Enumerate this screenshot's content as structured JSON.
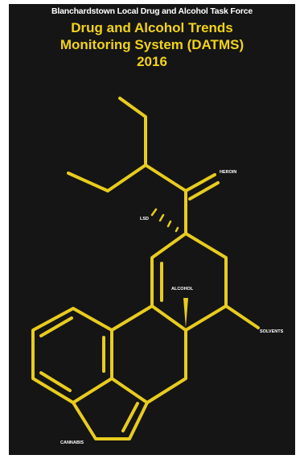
{
  "cover": {
    "organisation": "Blanchardstown Local Drug and Alcohol Task Force",
    "title_line1": "Drug and Alcohol Trends",
    "title_line2": "Monitoring System (DATMS)",
    "year": "2016"
  },
  "molecule_labels": {
    "heroin": "HEROIN",
    "lsd": "LSD",
    "alcohol": "ALCOHOL",
    "solvents": "SOLVENTS",
    "cannabis": "CANNABIS"
  },
  "colors": {
    "background": "#151515",
    "accent": "#f2d21a",
    "text": "#ffffff"
  }
}
